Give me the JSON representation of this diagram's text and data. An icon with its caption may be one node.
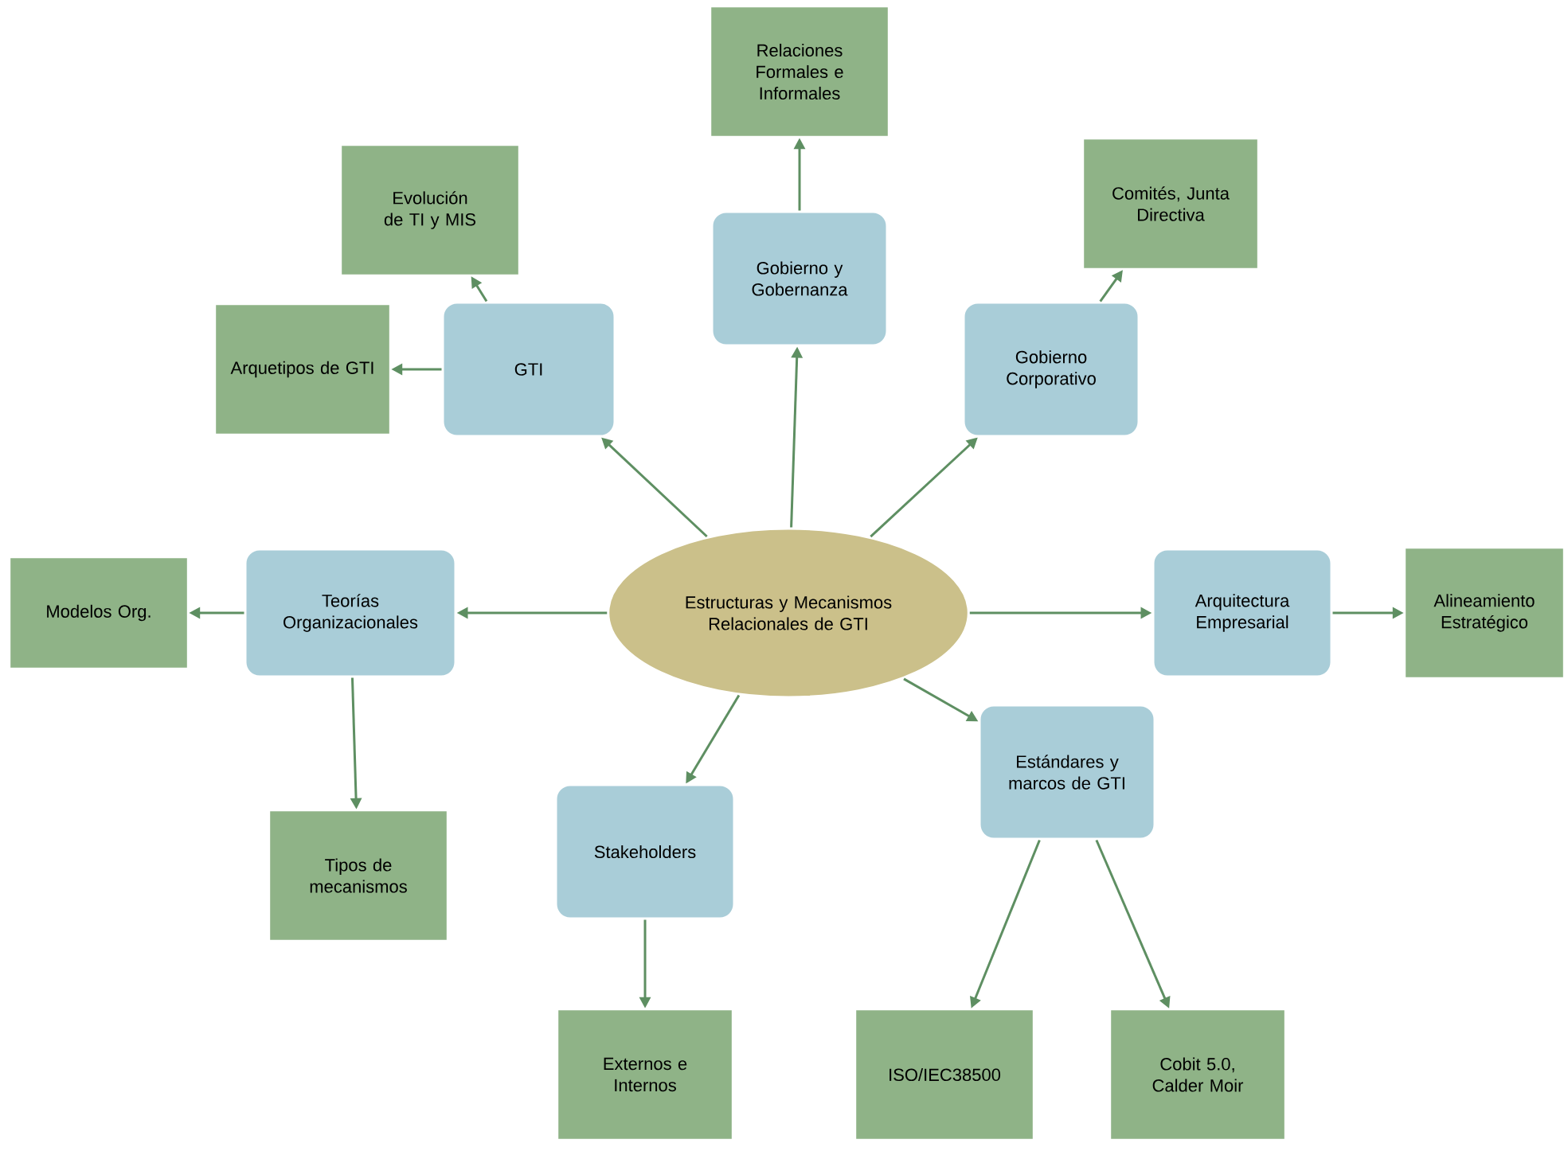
{
  "diagram": {
    "nodes": [
      {
        "text": [
          "Estructuras y Mecanismos Relacionales de GTI"
        ]
      },
      {
        "text": [
          "GTI"
        ]
      },
      {
        "text": [
          "Evolución de TI y MIS"
        ]
      },
      {
        "text": [
          "Arquetipos de GTI"
        ]
      },
      {
        "text": [
          "Gobierno y Gobernanza"
        ]
      },
      {
        "text": [
          "Relaciones Formales e Informales"
        ]
      },
      {
        "text": [
          "Gobierno Corporativo"
        ]
      },
      {
        "text": [
          "Comités, Junta Directiva"
        ]
      },
      {
        "text": [
          "Teorías Organizacionales"
        ]
      },
      {
        "text": [
          "Modelos Org."
        ]
      },
      {
        "text": [
          "Tipos de mecanismos"
        ]
      },
      {
        "text": [
          "Arquitectura Empresarial"
        ]
      },
      {
        "text": [
          "Alineamiento Estratégico"
        ]
      },
      {
        "text": [
          "Stakeholders"
        ]
      },
      {
        "text": [
          "Externos e Internos"
        ]
      },
      {
        "text": [
          "Estándares y marcos de GTI"
        ]
      },
      {
        "text": [
          "ISO/IEC38500"
        ]
      },
      {
        "text": [
          "Cobit 5.0, Calder Moir"
        ]
      }
    ],
    "edges": [
      {
        "from": 0,
        "to": 1,
        "arrow": "to"
      },
      {
        "from": 1,
        "to": 2,
        "arrow": "to"
      },
      {
        "from": 1,
        "to": 3,
        "arrow": "to"
      },
      {
        "from": 0,
        "to": 4,
        "arrow": "to"
      },
      {
        "from": 4,
        "to": 5,
        "arrow": "to"
      },
      {
        "from": 0,
        "to": 6,
        "arrow": "to"
      },
      {
        "from": 6,
        "to": 7,
        "arrow": "to"
      },
      {
        "from": 0,
        "to": 8,
        "arrow": "to"
      },
      {
        "from": 8,
        "to": 9,
        "arrow": "to"
      },
      {
        "from": 8,
        "to": 10,
        "arrow": "to"
      },
      {
        "from": 0,
        "to": 11,
        "arrow": "to"
      },
      {
        "from": 11,
        "to": 12,
        "arrow": "to"
      },
      {
        "from": 0,
        "to": 13,
        "arrow": "to"
      },
      {
        "from": 13,
        "to": 14,
        "arrow": "to"
      },
      {
        "from": 0,
        "to": 15,
        "arrow": "to"
      },
      {
        "from": 15,
        "to": 16,
        "arrow": "to"
      },
      {
        "from": 15,
        "to": 17,
        "arrow": "to"
      }
    ]
  }
}
